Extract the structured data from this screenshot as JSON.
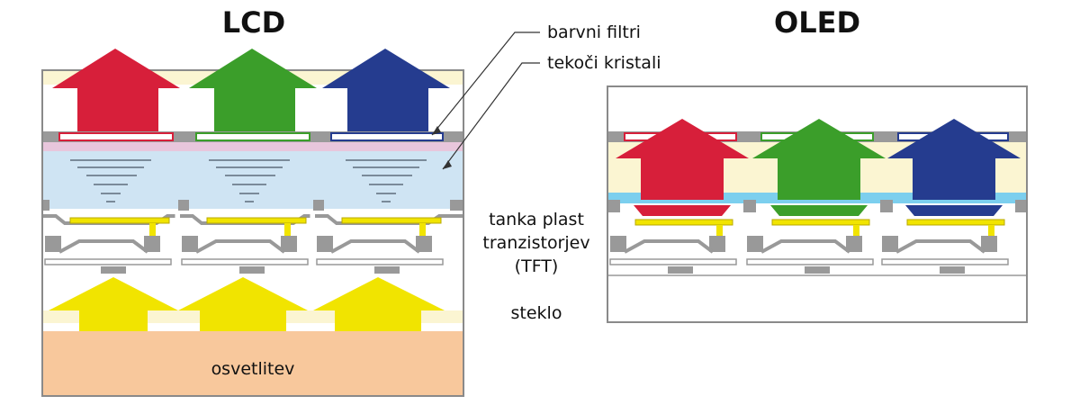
{
  "diagram": {
    "lcd_title": "LCD",
    "oled_title": "OLED",
    "labels": {
      "color_filters": "barvni filtri",
      "liquid_crystals": "tekoči kristali",
      "tft_line1": "tanka plast",
      "tft_line2": "tranzistorjev",
      "tft_line3": "(TFT)",
      "glass": "steklo",
      "backlight": "osvetlitev"
    },
    "colors": {
      "red": "#d71f3a",
      "green": "#3b9e2a",
      "blue": "#253c8f",
      "yellow": "#f1e400",
      "backlight": "#f8c89c",
      "cream": "#fbf5d2",
      "liquid_crystal": "#cfe4f3",
      "pink_layer": "#e8c6dc",
      "oled_cyan": "#7ccfee",
      "gray": "#999999"
    }
  }
}
